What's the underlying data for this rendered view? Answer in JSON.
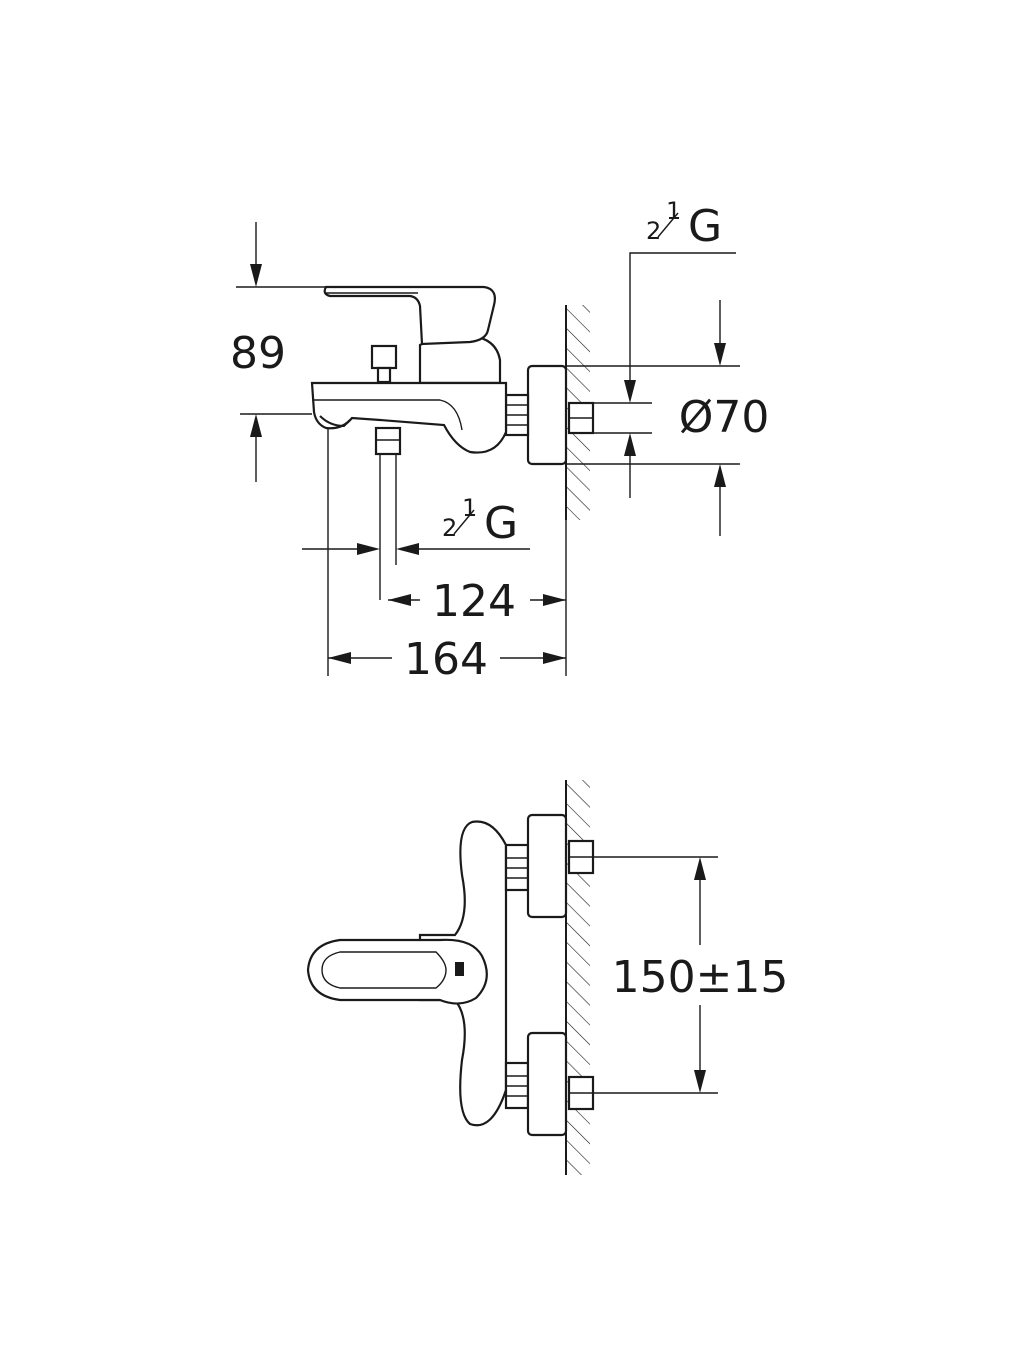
{
  "side_view": {
    "height_label": "89",
    "diameter_label": "Ø70",
    "thread_top": {
      "main": "G",
      "sup": "1",
      "sub": "2"
    },
    "thread_bottom": {
      "main": "G",
      "sup": "1",
      "sub": "2"
    },
    "length_inner_label": "124",
    "length_outer_label": "164"
  },
  "top_view": {
    "spacing_label": "150±15"
  }
}
